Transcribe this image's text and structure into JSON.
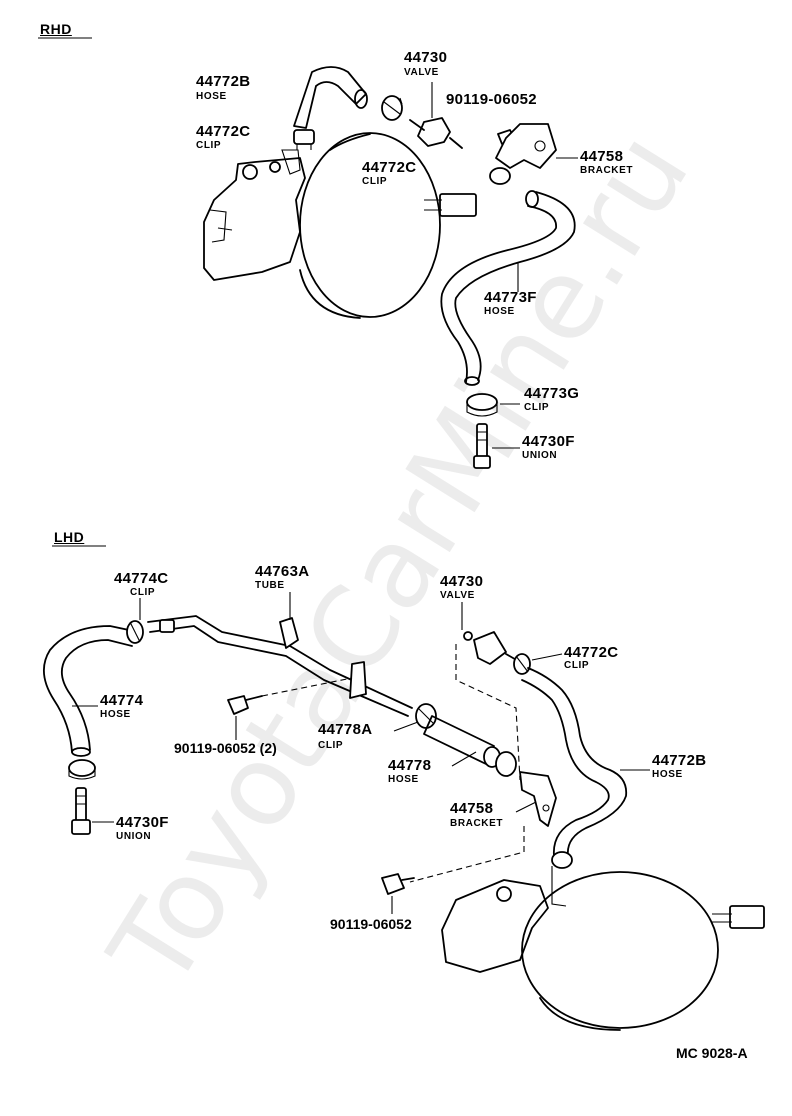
{
  "watermark": "ToyotaCarMine.ru",
  "sections": {
    "rhd": "RHD",
    "lhd": "LHD"
  },
  "drawing_code": "MC 9028-A",
  "rhd_parts": [
    {
      "part": "44772B",
      "desc": "HOSE"
    },
    {
      "part": "44730",
      "desc": "VALVE"
    },
    {
      "part": "90119-06052",
      "desc": ""
    },
    {
      "part": "44772C",
      "desc": "CLIP"
    },
    {
      "part": "44772C",
      "desc": "CLIP"
    },
    {
      "part": "44758",
      "desc": "BRACKET"
    },
    {
      "part": "44773F",
      "desc": "HOSE"
    },
    {
      "part": "44773G",
      "desc": "CLIP"
    },
    {
      "part": "44730F",
      "desc": "UNION"
    }
  ],
  "lhd_parts": [
    {
      "part": "44774C",
      "desc": "CLIP"
    },
    {
      "part": "44763A",
      "desc": "TUBE"
    },
    {
      "part": "44730",
      "desc": "VALVE"
    },
    {
      "part": "44772C",
      "desc": "CLIP"
    },
    {
      "part": "44774",
      "desc": "HOSE"
    },
    {
      "part": "90119-06052",
      "qty": "(2)",
      "desc": ""
    },
    {
      "part": "44778A",
      "desc": "CLIP"
    },
    {
      "part": "44778",
      "desc": "HOSE"
    },
    {
      "part": "44772B",
      "desc": "HOSE"
    },
    {
      "part": "44758",
      "desc": "BRACKET"
    },
    {
      "part": "44730F",
      "desc": "UNION"
    },
    {
      "part": "90119-06052",
      "desc": ""
    }
  ]
}
